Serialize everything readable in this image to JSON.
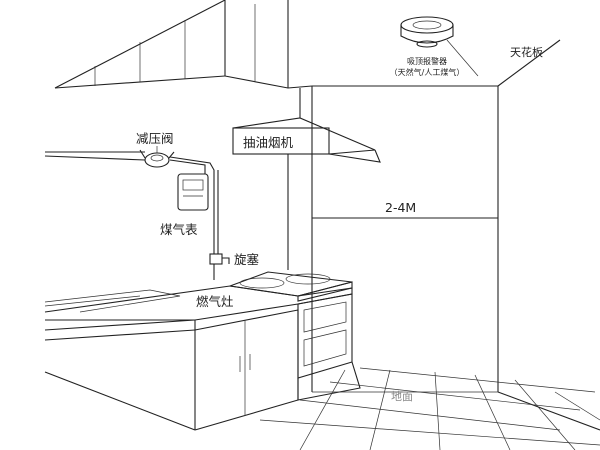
{
  "labels": {
    "detector_line1": "吸顶报警器",
    "detector_line2": "（天然气/人工煤气）",
    "ceiling": "天花板",
    "range_hood": "抽油烟机",
    "pressure_valve": "减压阀",
    "gas_meter": "煤气表",
    "valve": "旋塞",
    "gas_stove": "燃气灶",
    "distance": "2-4M",
    "floor": "地面"
  },
  "icons": [
    "smoke-detector-icon",
    "pressure-valve-icon",
    "gas-meter-icon",
    "valve-handle-icon"
  ]
}
